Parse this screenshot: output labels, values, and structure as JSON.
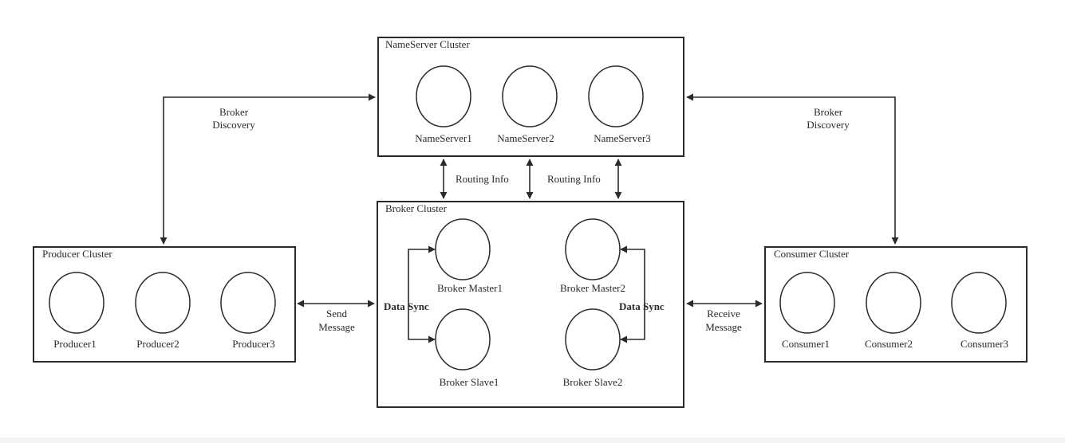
{
  "clusters": {
    "nameserver": {
      "title": "NameServer Cluster",
      "nodes": [
        "NameServer1",
        "NameServer2",
        "NameServer3"
      ]
    },
    "broker": {
      "title": "Broker Cluster",
      "nodes": [
        "Broker Master1",
        "Broker Master2",
        "Broker Slave1",
        "Broker Slave2"
      ]
    },
    "producer": {
      "title": "Producer Cluster",
      "nodes": [
        "Producer1",
        "Producer2",
        "Producer3"
      ]
    },
    "consumer": {
      "title": "Consumer Cluster",
      "nodes": [
        "Consumer1",
        "Consumer2",
        "Consumer3"
      ]
    }
  },
  "edges": {
    "broker_discovery_left": [
      "Broker",
      "Discovery"
    ],
    "broker_discovery_right": [
      "Broker",
      "Discovery"
    ],
    "routing_info_1": "Routing Info",
    "routing_info_2": "Routing Info",
    "send_message": [
      "Send",
      "Message"
    ],
    "receive_message": [
      "Receive",
      "Message"
    ],
    "data_sync_left": "Data Sync",
    "data_sync_right": "Data Sync"
  },
  "colors": {
    "stroke": "#2a2a2a",
    "background": "#ffffff"
  }
}
